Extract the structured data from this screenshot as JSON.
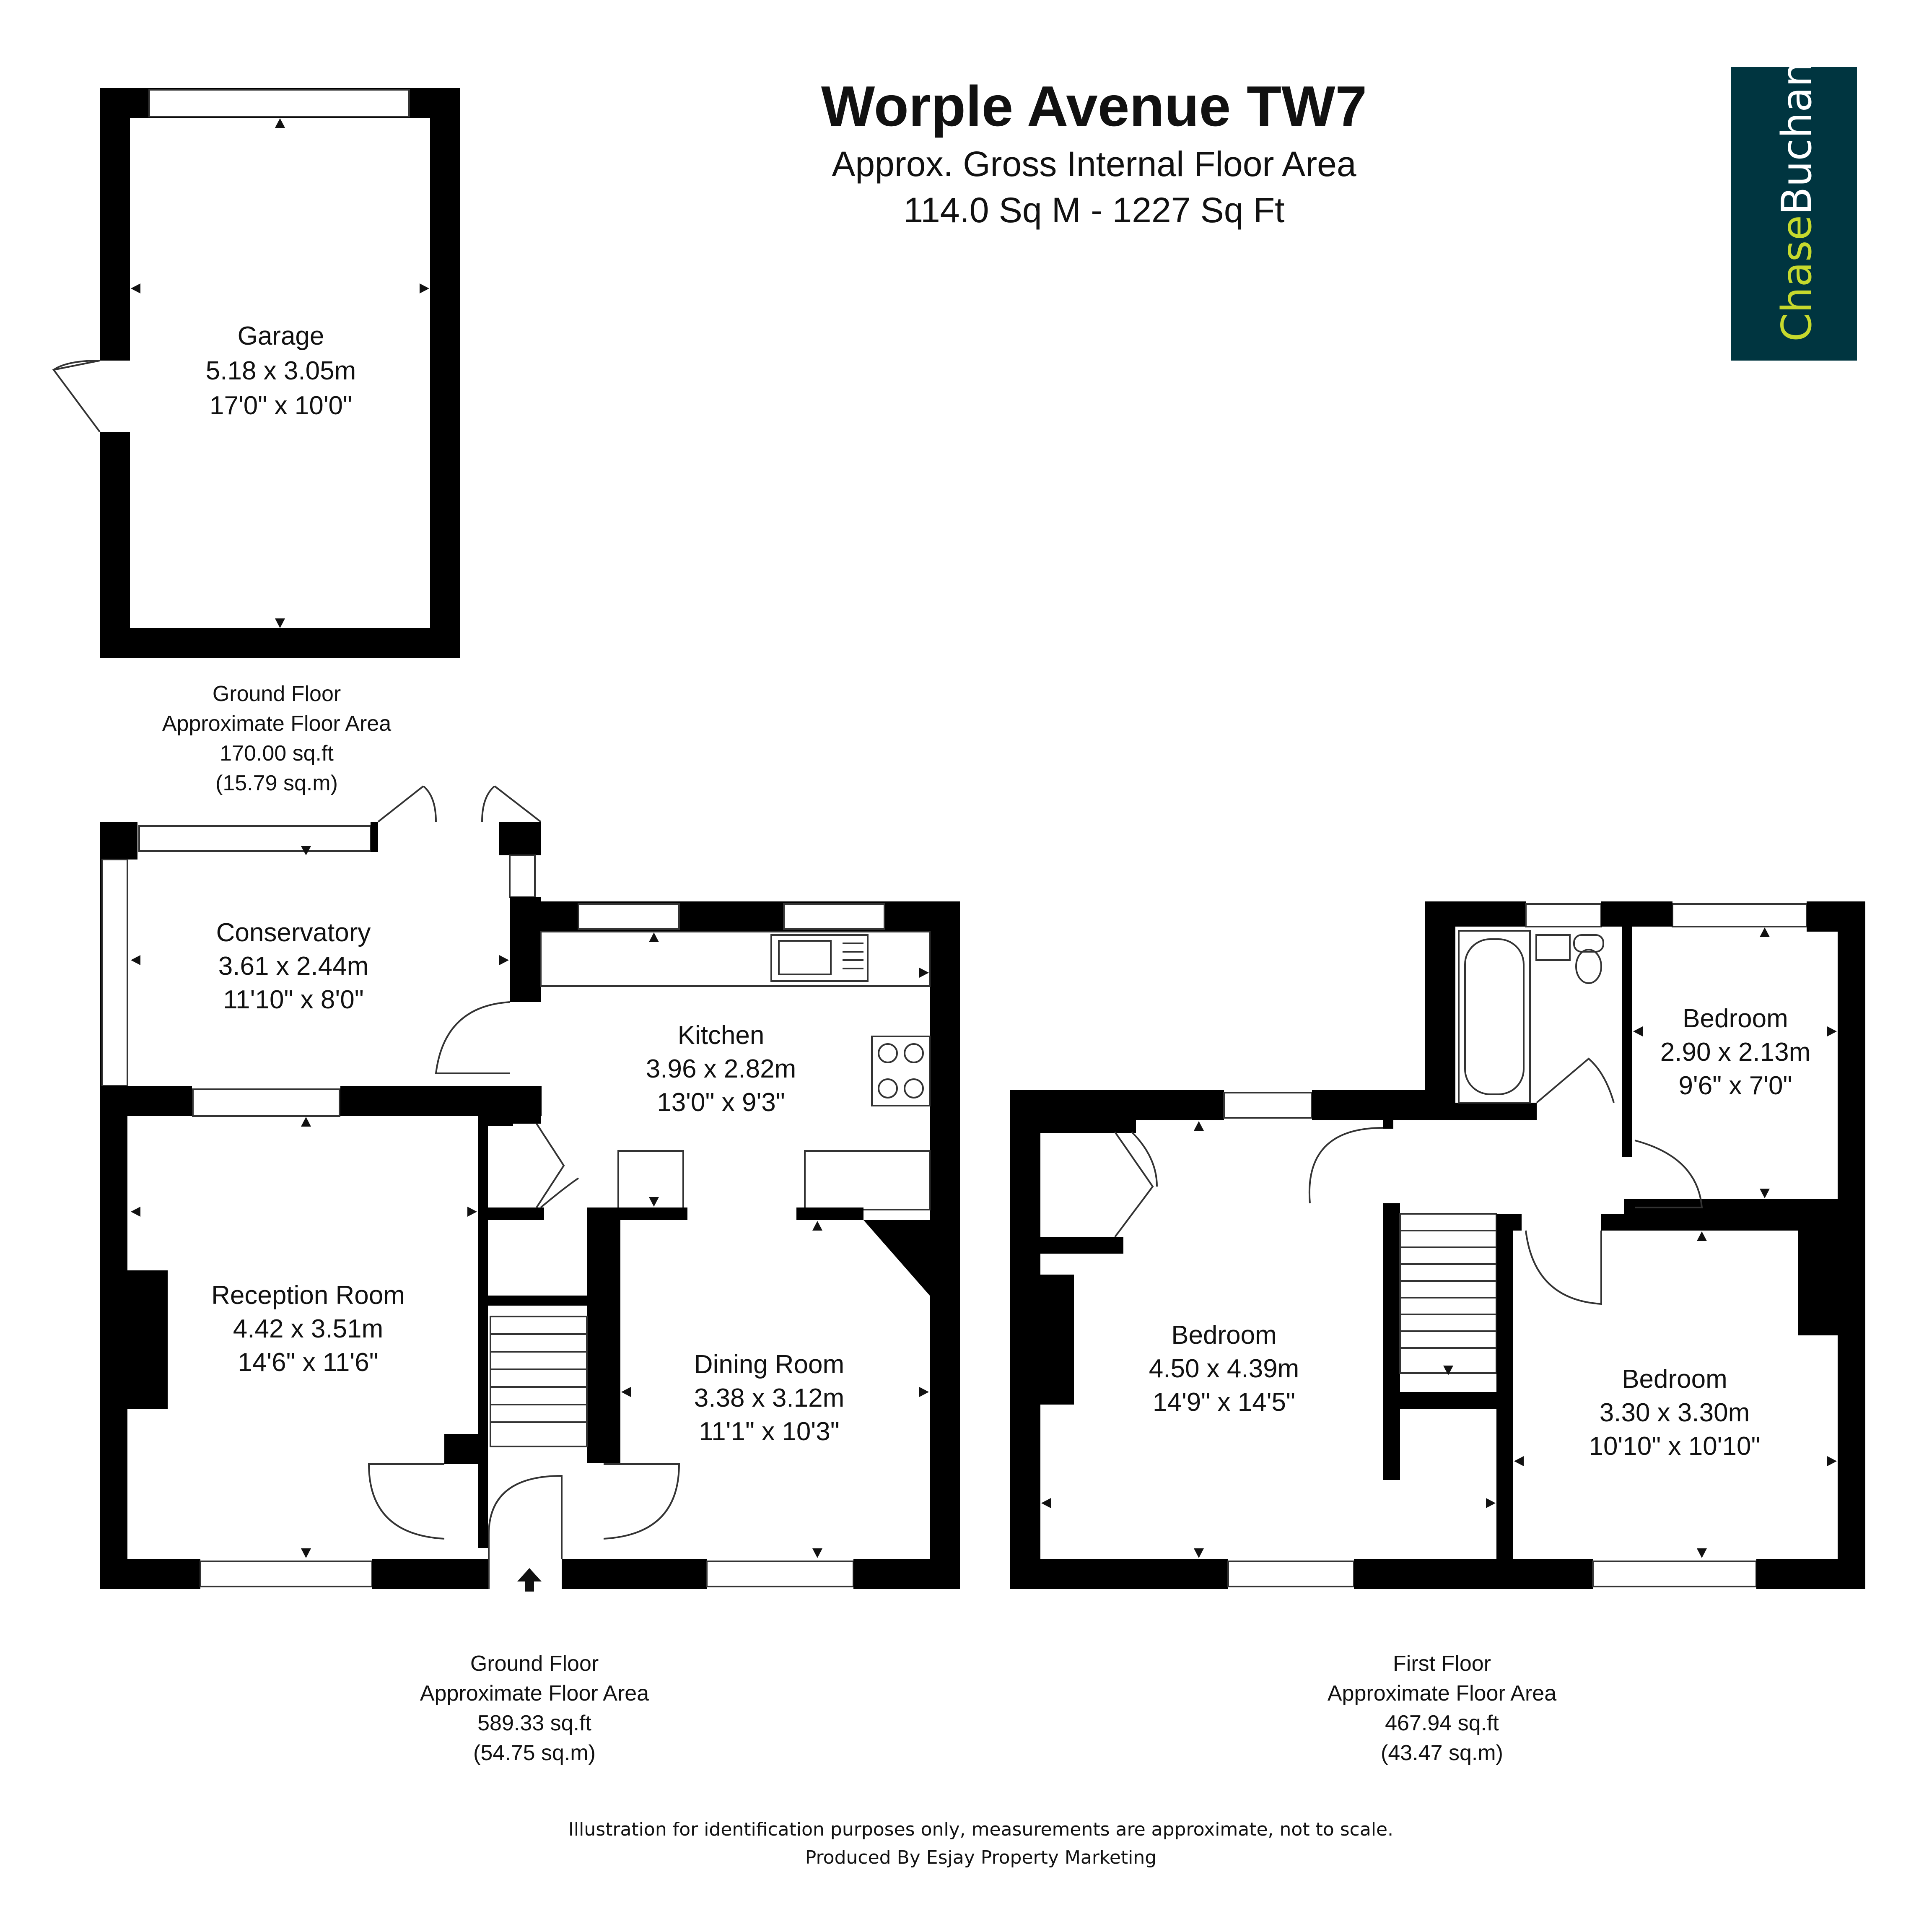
{
  "header": {
    "title": "Worple Avenue TW7",
    "subtitle": "Approx. Gross Internal Floor Area",
    "total_area": "114.0 Sq M - 1227 Sq Ft"
  },
  "logo": {
    "part1": "Chase",
    "part2": "Buchanan",
    "bg_color": "#003540",
    "accent_color": "#c6d92d"
  },
  "rooms": {
    "garage": {
      "name": "Garage",
      "metric": "5.18 x 3.05m",
      "imperial": "17'0\" x 10'0\""
    },
    "conservatory": {
      "name": "Conservatory",
      "metric": "3.61 x 2.44m",
      "imperial": "11'10\" x 8'0\""
    },
    "kitchen": {
      "name": "Kitchen",
      "metric": "3.96 x 2.82m",
      "imperial": "13'0\" x 9'3\""
    },
    "reception": {
      "name": "Reception Room",
      "metric": "4.42 x 3.51m",
      "imperial": "14'6\" x 11'6\""
    },
    "dining": {
      "name": "Dining Room",
      "metric": "3.38 x 3.12m",
      "imperial": "11'1\" x 10'3\""
    },
    "bedroom_large": {
      "name": "Bedroom",
      "metric": "4.50 x 4.39m",
      "imperial": "14'9\" x 14'5\""
    },
    "bedroom_small": {
      "name": "Bedroom",
      "metric": "2.90 x 2.13m",
      "imperial": "9'6\" x 7'0\""
    },
    "bedroom_mid": {
      "name": "Bedroom",
      "metric": "3.30 x 3.30m",
      "imperial": "10'10\" x 10'10\""
    }
  },
  "floor_areas": {
    "garage": {
      "floor": "Ground Floor",
      "label": "Approximate Floor Area",
      "sqft": "170.00 sq.ft",
      "sqm": "(15.79 sq.m)"
    },
    "ground": {
      "floor": "Ground Floor",
      "label": "Approximate Floor Area",
      "sqft": "589.33 sq.ft",
      "sqm": "(54.75 sq.m)"
    },
    "first": {
      "floor": "First Floor",
      "label": "Approximate Floor Area",
      "sqft": "467.94 sq.ft",
      "sqm": "(43.47 sq.m)"
    }
  },
  "footer": {
    "disclaimer": "Illustration for identification purposes only, measurements are approximate, not to scale.",
    "producer": "Produced By Esjay Property Marketing"
  }
}
